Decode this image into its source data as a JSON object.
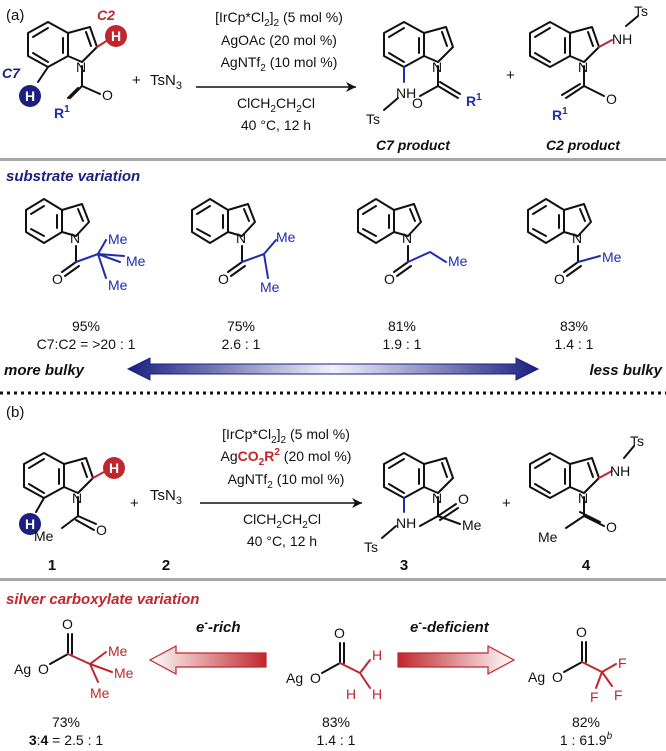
{
  "colors": {
    "blue": "#1f2db0",
    "red": "#c0272d",
    "sep": "#a8a8a8",
    "navy": "#1b1f80"
  },
  "part_a": {
    "label": "(a)",
    "c2_label": "C2",
    "c7_label": "C7",
    "h": "H",
    "n": "N",
    "o": "O",
    "r1": "R",
    "sup1": "1",
    "reagent_tsn3": "TsN",
    "sub3": "3",
    "plus": "+",
    "cond1": "[IrCp*Cl",
    "cond1b": "]",
    "cond1c": " (5 mol %)",
    "sub2": "2",
    "cond2": "AgOAc (20 mol %)",
    "cond3": "AgNTf",
    "cond3b": " (10 mol %)",
    "cond4": "ClCH",
    "cond4b": "CH",
    "cond4c": "Cl",
    "cond5": "40 °C, 12 h",
    "nh": "NH",
    "ts": "Ts",
    "c7_product": "C7 product",
    "c2_product": "C2 product"
  },
  "substrate_section": {
    "heading": "substrate variation",
    "me": "Me",
    "items": [
      {
        "yield": "95%",
        "ratio": "C7:C2 = >20 : 1"
      },
      {
        "yield": "75%",
        "ratio": "2.6 : 1"
      },
      {
        "yield": "81%",
        "ratio": "1.9 : 1"
      },
      {
        "yield": "83%",
        "ratio": "1.4 : 1"
      }
    ],
    "more_bulky": "more bulky",
    "less_bulky": "less bulky"
  },
  "part_b": {
    "label": "(b)",
    "cond2a": "Ag",
    "cond2b": "CO",
    "cond2c": "R",
    "cond2d": " (20 mol %)",
    "sup2": "2",
    "me": "Me",
    "num1": "1",
    "num2": "2",
    "num3": "3",
    "num4": "4"
  },
  "silver_section": {
    "heading": "silver carboxylate variation",
    "ag": "Ag",
    "f": "F",
    "erich": "-rich",
    "edef": "-deficient",
    "e": "e",
    "minus": "-",
    "items": [
      {
        "yield": "73%",
        "ratio": "3:4 = 2.5 : 1"
      },
      {
        "yield": "83%",
        "ratio": "1.4 : 1"
      },
      {
        "yield": "82%",
        "ratio": "1 : 61.9",
        "sup": "b"
      }
    ]
  }
}
